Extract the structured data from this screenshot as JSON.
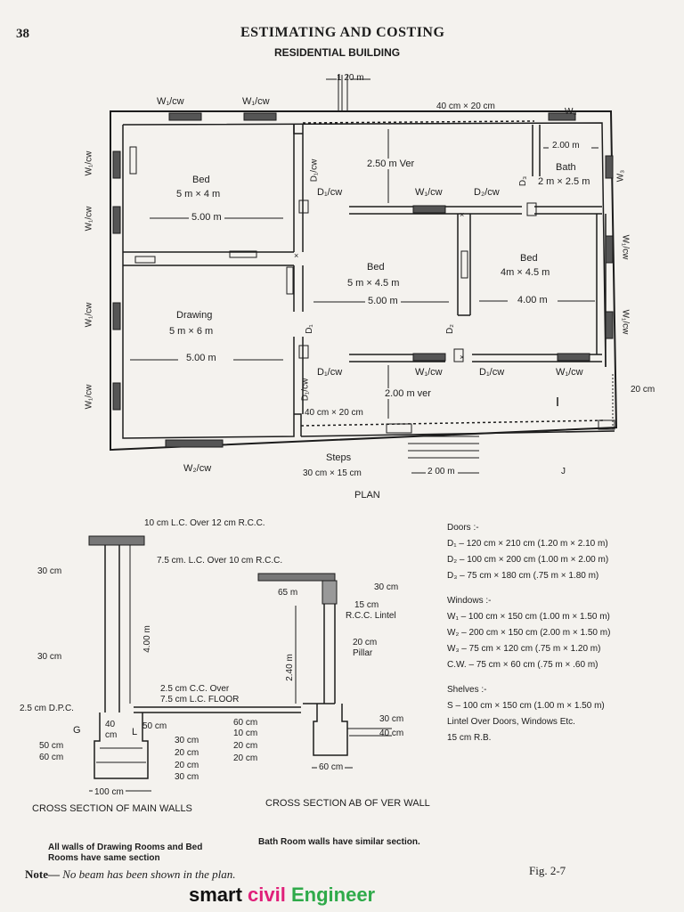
{
  "header": {
    "page_number": "38",
    "book_title": "ESTIMATING AND COSTING",
    "drawing_title": "RESIDENTIAL BUILDING"
  },
  "plan": {
    "caption": "PLAN",
    "top_dim": "1 20 m",
    "parapet_top": "40 cm × 20 cm",
    "parapet_front": "40 cm × 20 cm",
    "front_dim_right": "20 cm",
    "step_dim": "2 00 m",
    "steps_label": "Steps",
    "steps_size": "30 cm × 15 cm",
    "mark_j": "J",
    "rooms": {
      "bed1_name": "Bed",
      "bed1_size": "5 m × 4 m",
      "bed1_dim": "5.00 m",
      "drawing_name": "Drawing",
      "drawing_size": "5 m × 6 m",
      "drawing_dim": "5.00 m",
      "bed2_name": "Bed",
      "bed2_size": "5 m × 4.5 m",
      "bed2_dim": "5.00 m",
      "bed3_name": "Bed",
      "bed3_size": "4m × 4.5 m",
      "bed3_dim": "4.00 m",
      "bath_name": "Bath",
      "bath_size": "2 m × 2.5 m",
      "bath_dim": "2.00 m",
      "back_ver": "2.50 m Ver",
      "front_ver": "2.00 m ver"
    },
    "openings": {
      "w1cw": "W₁/cw",
      "w2cw": "W₂/cw",
      "w3": "W₃",
      "d1cw": "D₁/cw",
      "d2cw": "D₂/cw",
      "d1": "D₁",
      "d2": "D₂",
      "d3": "D₃"
    }
  },
  "section_main": {
    "roof_label": "10 cm L.C. Over 12 cm R.C.C.",
    "wall_30_top": "30 cm",
    "wall_30_mid": "30 cm",
    "height": "4.00 m",
    "floor_label_1": "2.5 cm C.C. Over",
    "floor_label_2": "7.5 cm L.C. FLOOR",
    "dpc": "2.5 cm D.P.C.",
    "g_mark": "G",
    "l_mark": "L",
    "plinth_40": "40",
    "plinth_cm": "cm",
    "fdn_50_top": "50 cm",
    "fdn_left_50": "50 cm",
    "fdn_left_60": "60 cm",
    "fdn_30_a": "30 cm",
    "fdn_20_a": "20 cm",
    "fdn_20_b": "20 cm",
    "fdn_30_b": "30 cm",
    "fdn_width": "100 cm",
    "caption": "CROSS SECTION OF MAIN WALLS"
  },
  "section_ver": {
    "roof_label": "7.5 cm. L.C. Over 10 cm R.C.C.",
    "roof_30": "30 cm",
    "lintel_65": "65 m",
    "lintel_15": "15 cm",
    "lintel_label": "R.C.C. Lintel",
    "pillar_20": "20 cm",
    "pillar_label": "Pillar",
    "height": "2.40 m",
    "plinth_30": "30 cm",
    "plinth_40": "40 cm",
    "fdn_60": "60 cm",
    "fdn_10": "10 cm",
    "fdn_20_a": "20 cm",
    "fdn_20_b": "20 cm",
    "fdn_width": "60 cm",
    "caption": "CROSS SECTION AB OF VER WALL"
  },
  "schedule": {
    "doors_title": "Doors :-",
    "doors": [
      "D₁ – 120 cm × 210 cm (1.20 m × 2.10 m)",
      "D₂ – 100 cm × 200 cm (1.00 m × 2.00 m)",
      "D₃ – 75 cm × 180 cm (.75 m × 1.80 m)"
    ],
    "windows_title": "Windows :-",
    "windows": [
      "W₁ – 100 cm × 150 cm (1.00 m × 1.50 m)",
      "W₂ – 200 cm × 150 cm (2.00 m × 1.50 m)",
      "W₃ – 75 cm × 120 cm (.75 m × 1.20 m)",
      "C.W. – 75 cm × 60 cm (.75 m × .60 m)"
    ],
    "shelves_title": "Shelves :-",
    "shelves": "S – 100 cm × 150 cm (1.00 m × 1.50 m)",
    "lintel_1": "Lintel Over Doors, Windows Etc.",
    "lintel_2": "15 cm R.B."
  },
  "notes": {
    "note_left": "All walls of Drawing Rooms and Bed Rooms have same section",
    "note_right": "Bath Room walls have similar section.",
    "note_label": "Note—",
    "note_text": "No beam has been shown in the plan.",
    "fig": "Fig. 2-7"
  },
  "watermark": {
    "part1": "smart",
    "part2": "civil",
    "part3": "Engineer",
    "colors": {
      "part1": "#111111",
      "part2": "#e0207a",
      "part3": "#2faa4a"
    }
  }
}
